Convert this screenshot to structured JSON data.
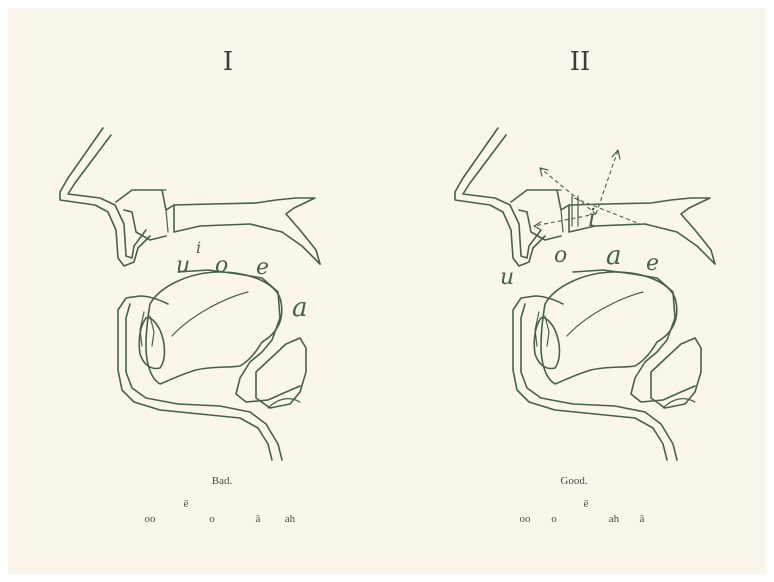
{
  "figures": [
    {
      "numeral": "I",
      "caption": "Bad.",
      "vowel_letters": [
        "u",
        "i",
        "o",
        "e",
        "a"
      ],
      "sounds": [
        "oo",
        "ē",
        "o",
        "ā",
        "ah"
      ]
    },
    {
      "numeral": "II",
      "caption": "Good.",
      "vowel_letters": [
        "o",
        "a",
        "e",
        "i",
        "u"
      ],
      "sounds": [
        "oo",
        "o",
        "ē",
        "ah",
        "ā"
      ]
    }
  ]
}
